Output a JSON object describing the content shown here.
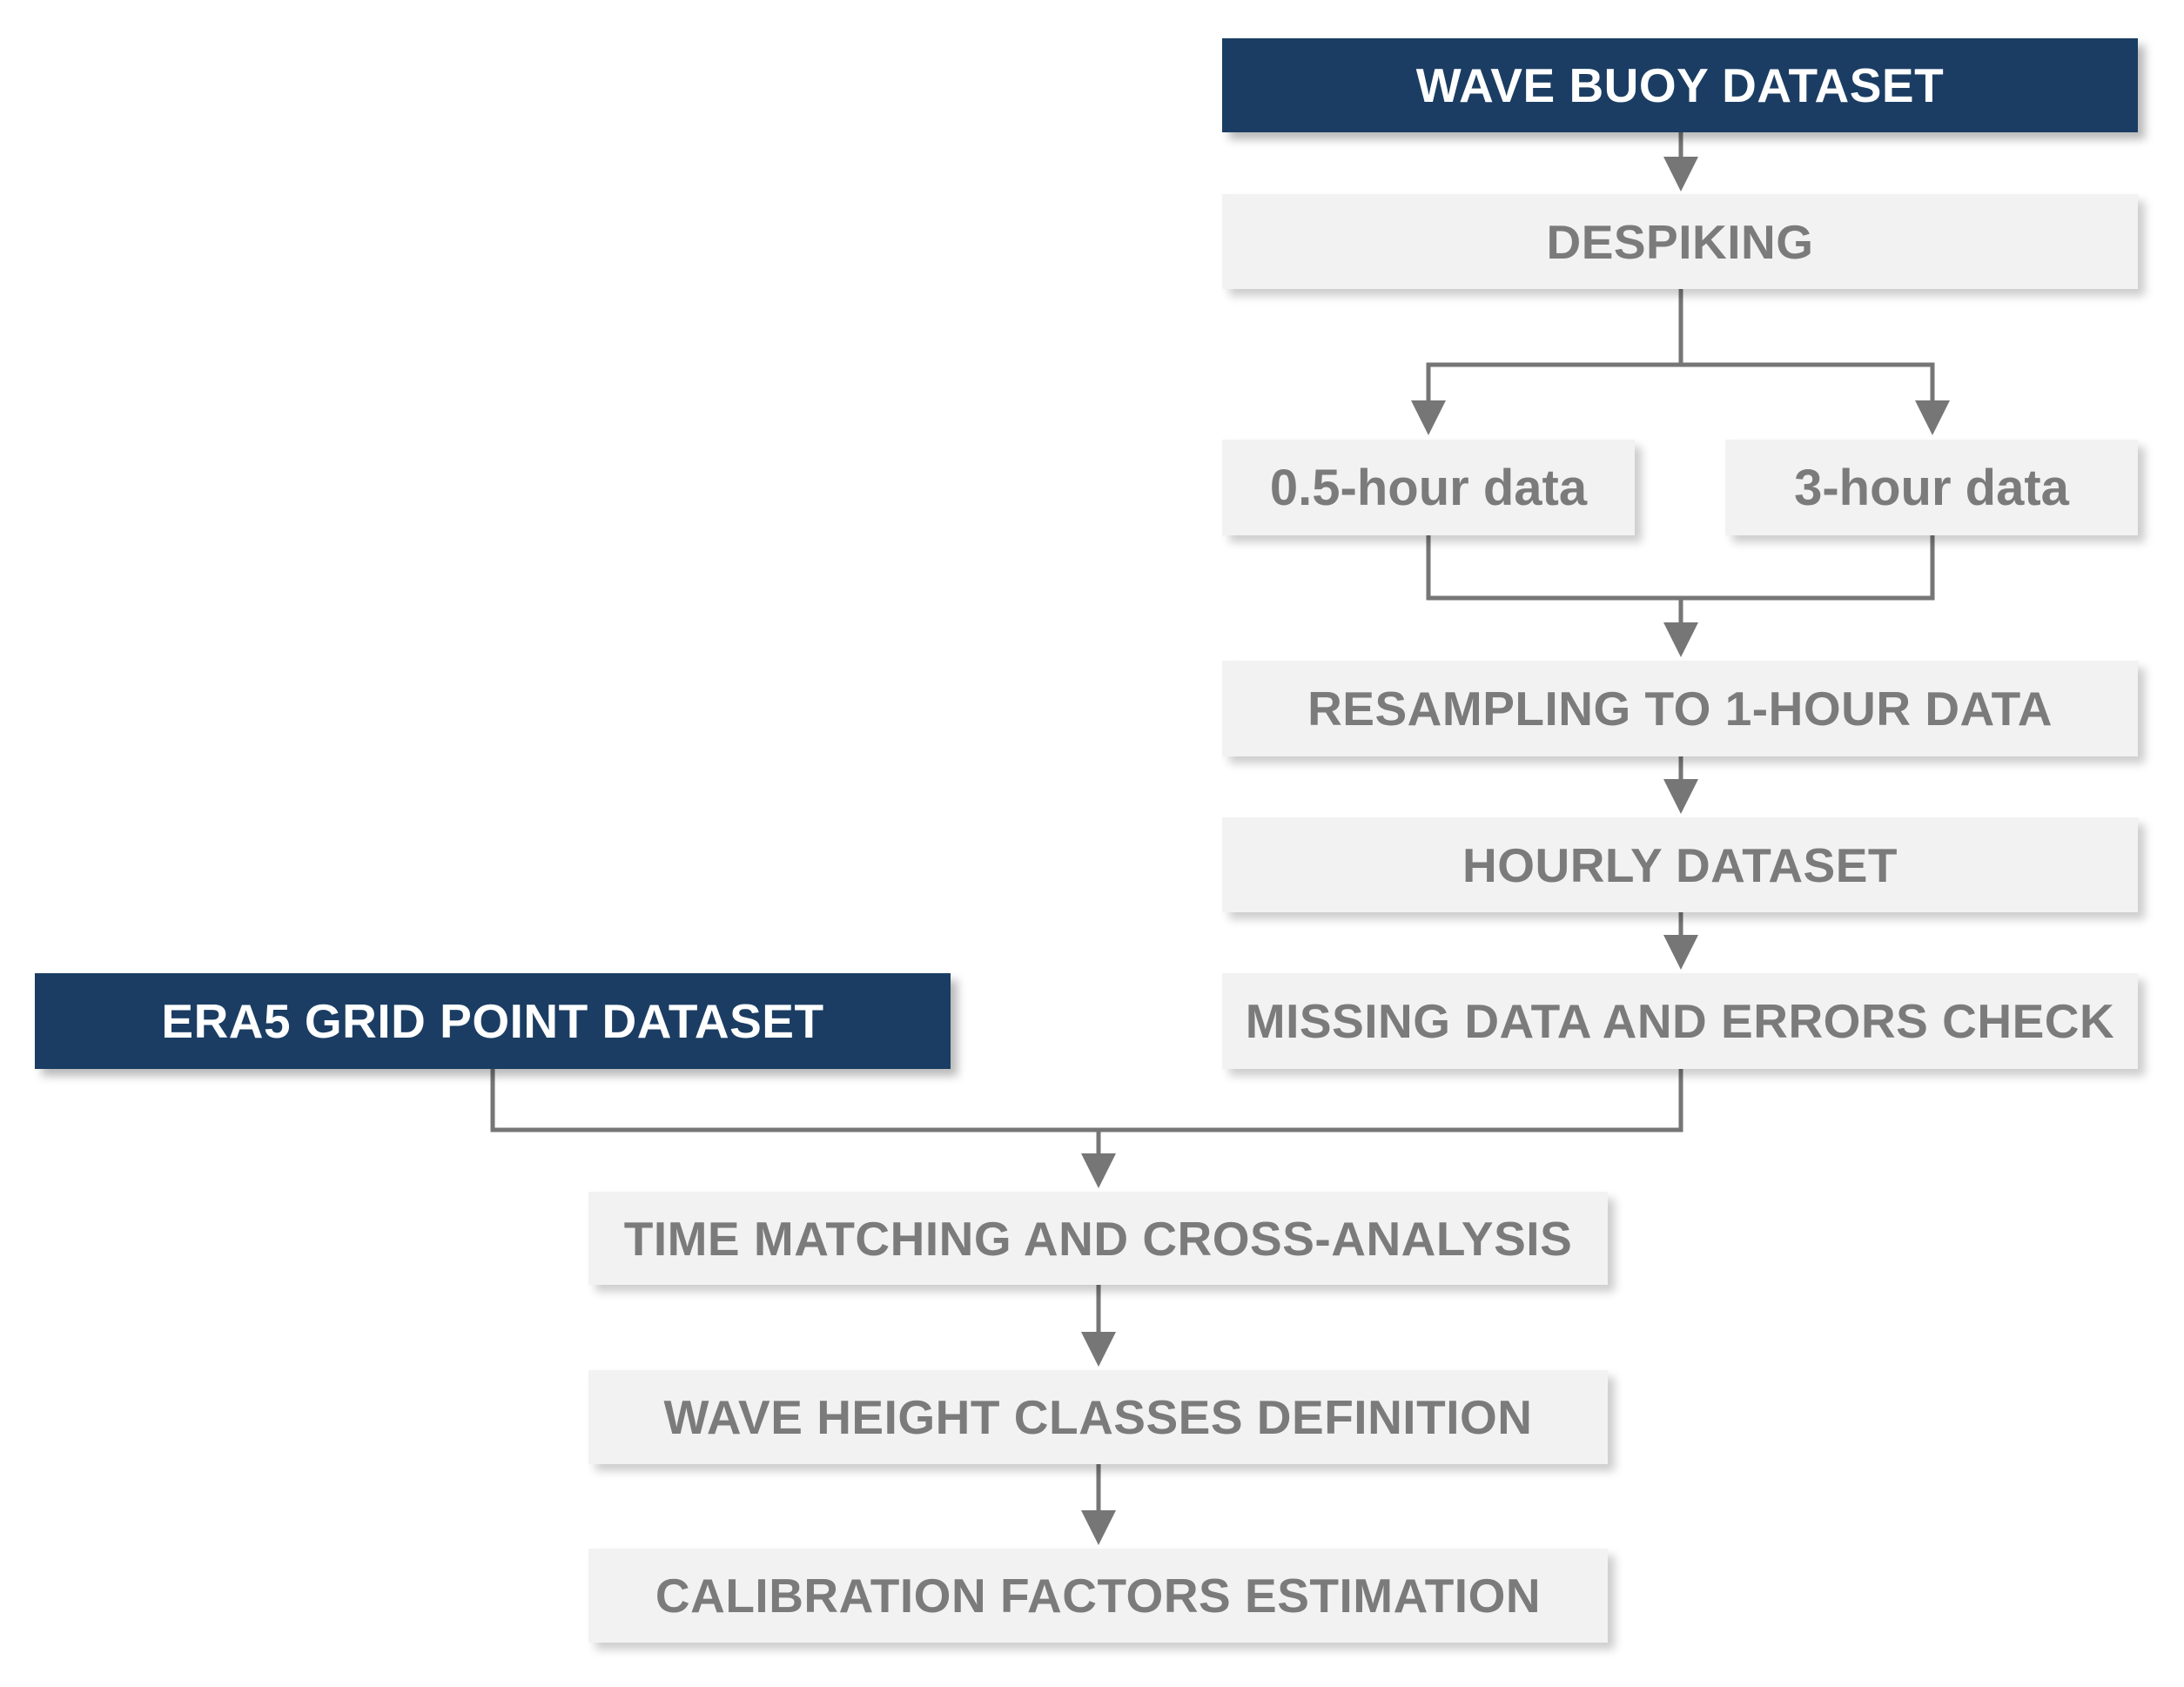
{
  "diagram": {
    "nodes": {
      "wave_buoy_dataset": "WAVE BUOY DATASET",
      "despiking": "DESPIKING",
      "half_hour_data": "0.5-hour data",
      "three_hour_data": "3-hour data",
      "resampling": "RESAMPLING TO 1-HOUR DATA",
      "hourly_dataset": "HOURLY DATASET",
      "missing_data_check": "MISSING DATA AND ERRORS CHECK",
      "era5_dataset": "ERA5 GRID POINT DATASET",
      "time_matching": "TIME MATCHING AND CROSS-ANALYSIS",
      "wave_height_classes": "WAVE HEIGHT CLASSES DEFINITION",
      "calibration_factors": "CALIBRATION FACTORS ESTIMATION"
    },
    "edges": [
      {
        "from": "wave_buoy_dataset",
        "to": "despiking"
      },
      {
        "from": "despiking",
        "to": "half_hour_data"
      },
      {
        "from": "despiking",
        "to": "three_hour_data"
      },
      {
        "from": "half_hour_data",
        "to": "resampling"
      },
      {
        "from": "three_hour_data",
        "to": "resampling"
      },
      {
        "from": "resampling",
        "to": "hourly_dataset"
      },
      {
        "from": "hourly_dataset",
        "to": "missing_data_check"
      },
      {
        "from": "era5_dataset",
        "to": "time_matching"
      },
      {
        "from": "missing_data_check",
        "to": "time_matching"
      },
      {
        "from": "time_matching",
        "to": "wave_height_classes"
      },
      {
        "from": "wave_height_classes",
        "to": "calibration_factors"
      }
    ],
    "colors": {
      "dark_box": "#1b3d63",
      "light_box": "#f2f2f2",
      "dark_text": "#ffffff",
      "light_text": "#7b7b7b",
      "connector": "#767676"
    }
  }
}
